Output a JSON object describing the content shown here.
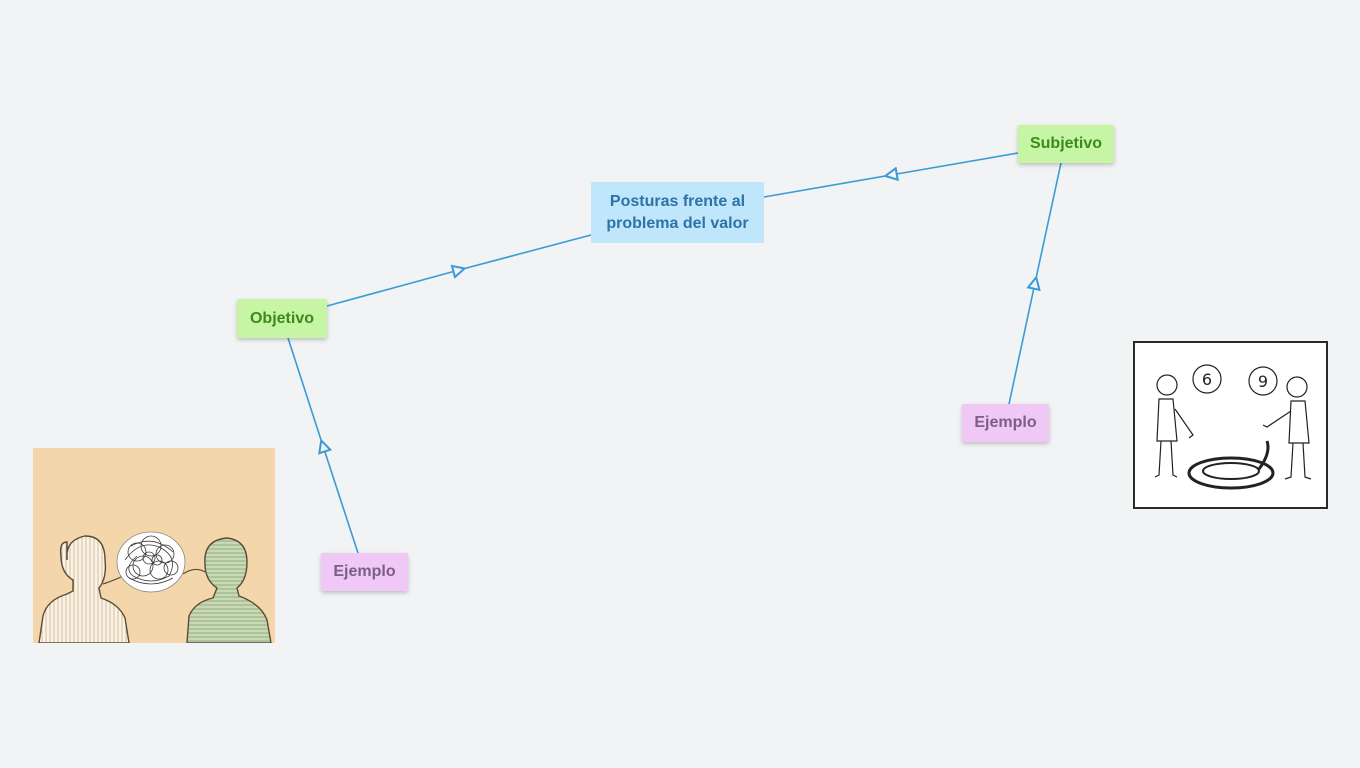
{
  "diagram": {
    "root": {
      "line1": "Posturas frente al",
      "line2": "problema del valor"
    },
    "branches": [
      {
        "label": "Objetivo",
        "example": {
          "label": "Ejemplo"
        }
      },
      {
        "label": "Subjetivo",
        "example": {
          "label": "Ejemplo"
        }
      }
    ]
  },
  "colors": {
    "background": "#f1f3f5",
    "root_fill": "#bfe6fb",
    "root_text": "#2d73a8",
    "branch_fill": "#c7f5a6",
    "branch_text": "#3c8a19",
    "example_fill": "#efc8f5",
    "example_text": "#7a5f87",
    "connector": "#3a9bd5"
  },
  "images": {
    "left": "two-heads-tangled-thought-illustration",
    "right": "six-or-nine-perspective-cartoon"
  }
}
